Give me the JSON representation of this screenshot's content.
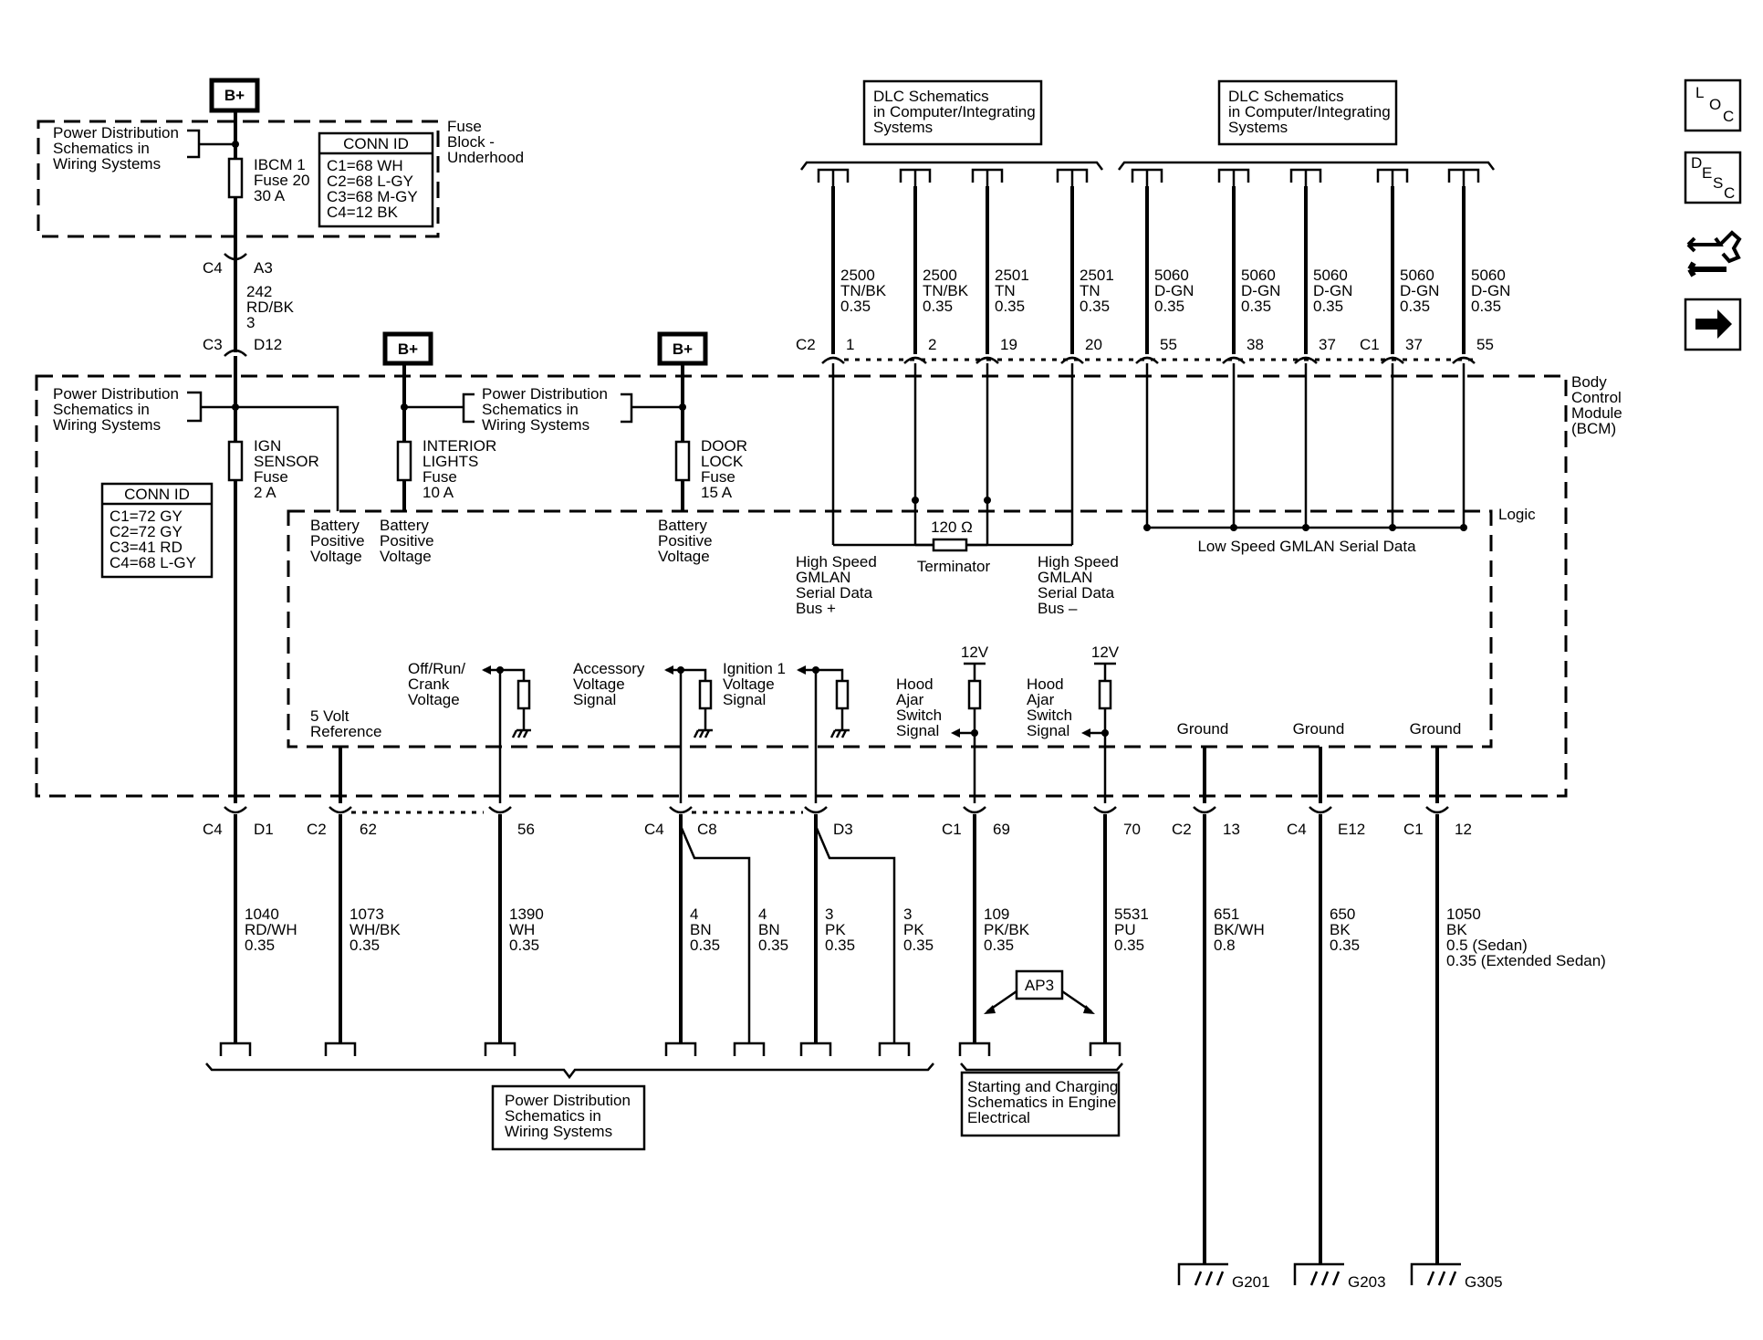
{
  "fuse_block": {
    "title": [
      "Fuse",
      "Block -",
      "Underhood"
    ],
    "bplus": "B+",
    "pd_ref": [
      "Power Distribution",
      "Schematics in",
      "Wiring Systems"
    ],
    "fuse": [
      "IBCM 1",
      "Fuse 20",
      "30 A"
    ],
    "conn_id": {
      "title": "CONN ID",
      "rows": [
        "C1=68 WH",
        "C2=68 L-GY",
        "C3=68 M-GY",
        "C4=12 BK"
      ]
    }
  },
  "feed": {
    "conn_top": "C4",
    "pin_top": "A3",
    "wire": [
      "242",
      "RD/BK",
      "3"
    ],
    "conn_bottom": "C3",
    "pin_bottom": "D12"
  },
  "bcm": {
    "title": [
      "Body",
      "Control",
      "Module",
      "(BCM)"
    ],
    "logic_label": "Logic",
    "pd_ref_left": [
      "Power Distribution",
      "Schematics in",
      "Wiring Systems"
    ],
    "pd_ref_mid": [
      "Power Distribution",
      "Schematics in",
      "Wiring Systems"
    ],
    "bplus_1": "B+",
    "bplus_2": "B+",
    "fuse_ign": [
      "IGN",
      "SENSOR",
      "Fuse",
      "2 A"
    ],
    "fuse_int": [
      "INTERIOR",
      "LIGHTS",
      "Fuse",
      "10 A"
    ],
    "fuse_door": [
      "DOOR",
      "LOCK",
      "Fuse",
      "15 A"
    ],
    "conn_id": {
      "title": "CONN ID",
      "rows": [
        "C1=72 GY",
        "C2=72 GY",
        "C3=41 RD",
        "C4=68 L-GY"
      ]
    },
    "batt_1": [
      "Battery",
      "Positive",
      "Voltage"
    ],
    "batt_2": [
      "Battery",
      "Positive",
      "Voltage"
    ],
    "batt_3": [
      "Battery",
      "Positive",
      "Voltage"
    ],
    "five_volt": [
      "5 Volt",
      "Reference"
    ],
    "off_run": [
      "Off/Run/",
      "Crank",
      "Voltage"
    ],
    "accessory": [
      "Accessory",
      "Voltage",
      "Signal"
    ],
    "ignition": [
      "Ignition 1",
      "Voltage",
      "Signal"
    ],
    "hood_1": [
      "Hood",
      "Ajar",
      "Switch",
      "Signal"
    ],
    "hood_2": [
      "Hood",
      "Ajar",
      "Switch",
      "Signal"
    ],
    "v12_1": "12V",
    "v12_2": "12V",
    "ground_1": "Ground",
    "ground_2": "Ground",
    "ground_3": "Ground",
    "terminator_value": "120 Ω",
    "terminator_label": "Terminator",
    "hs_plus": [
      "High Speed",
      "GMLAN",
      "Serial Data",
      "Bus +"
    ],
    "hs_minus": [
      "High Speed",
      "GMLAN",
      "Serial Data",
      "Bus –"
    ],
    "ls_gmlan": "Low Speed GMLAN Serial Data"
  },
  "dlc": {
    "ref_1": [
      "DLC Schematics",
      "in Computer/Integrating",
      "Systems"
    ],
    "ref_2": [
      "DLC Schematics",
      "in Computer/Integrating",
      "Systems"
    ],
    "wires": [
      {
        "circuit": "2500",
        "color": "TN/BK",
        "gauge": "0.35",
        "pin": "1"
      },
      {
        "circuit": "2500",
        "color": "TN/BK",
        "gauge": "0.35",
        "pin": "2"
      },
      {
        "circuit": "2501",
        "color": "TN",
        "gauge": "0.35",
        "pin": "19"
      },
      {
        "circuit": "2501",
        "color": "TN",
        "gauge": "0.35",
        "pin": "20"
      },
      {
        "circuit": "5060",
        "color": "D-GN",
        "gauge": "0.35",
        "pin": "55"
      },
      {
        "circuit": "5060",
        "color": "D-GN",
        "gauge": "0.35",
        "pin": "38"
      },
      {
        "circuit": "5060",
        "color": "D-GN",
        "gauge": "0.35",
        "pin": "37"
      },
      {
        "circuit": "5060",
        "color": "D-GN",
        "gauge": "0.35",
        "pin": "37"
      },
      {
        "circuit": "5060",
        "color": "D-GN",
        "gauge": "0.35",
        "pin": "55"
      }
    ],
    "conn_left": "C2",
    "conn_right": "C1"
  },
  "bottom": {
    "wires": [
      {
        "circuit": "1040",
        "color": "RD/WH",
        "gauge": "0.35"
      },
      {
        "circuit": "1073",
        "color": "WH/BK",
        "gauge": "0.35"
      },
      {
        "circuit": "1390",
        "color": "WH",
        "gauge": "0.35"
      },
      {
        "circuit": "4",
        "color": "BN",
        "gauge": "0.35"
      },
      {
        "circuit": "4",
        "color": "BN",
        "gauge": "0.35"
      },
      {
        "circuit": "3",
        "color": "PK",
        "gauge": "0.35"
      },
      {
        "circuit": "3",
        "color": "PK",
        "gauge": "0.35"
      },
      {
        "circuit": "109",
        "color": "PK/BK",
        "gauge": "0.35"
      },
      {
        "circuit": "5531",
        "color": "PU",
        "gauge": "0.35"
      },
      {
        "circuit": "651",
        "color": "BK/WH",
        "gauge": "0.8"
      },
      {
        "circuit": "650",
        "color": "BK",
        "gauge": "0.35"
      },
      {
        "circuit": "1050",
        "color": "BK",
        "gauge": "0.5 (Sedan)",
        "note": "0.35 (Extended Sedan)"
      }
    ],
    "pins": {
      "c4_d1": {
        "conn": "C4",
        "pin": "D1"
      },
      "c2_62": {
        "conn": "C2",
        "pin": "62"
      },
      "p56": {
        "pin": "56"
      },
      "c4_c8": {
        "conn": "C4",
        "pin": "C8"
      },
      "d3": {
        "pin": "D3"
      },
      "c1_69": {
        "conn": "C1",
        "pin": "69"
      },
      "p70": {
        "pin": "70"
      },
      "c2_13": {
        "conn": "C2",
        "pin": "13"
      },
      "c4_e12": {
        "conn": "C4",
        "pin": "E12"
      },
      "c1_12": {
        "conn": "C1",
        "pin": "12"
      }
    },
    "ap3": "AP3",
    "pd_ref": [
      "Power Distribution",
      "Schematics in",
      "Wiring Systems"
    ],
    "sc_ref": [
      "Starting and Charging",
      "Schematics in Engine",
      "Electrical"
    ],
    "grounds": [
      "G201",
      "G203",
      "G305"
    ]
  },
  "nav": {
    "loc": [
      "L",
      "O",
      "C"
    ],
    "desc": [
      "D",
      "E",
      "S",
      "C"
    ],
    "icons": [
      "loc-icon",
      "desc-icon",
      "connector-tool-icon",
      "next-arrow-icon"
    ]
  }
}
